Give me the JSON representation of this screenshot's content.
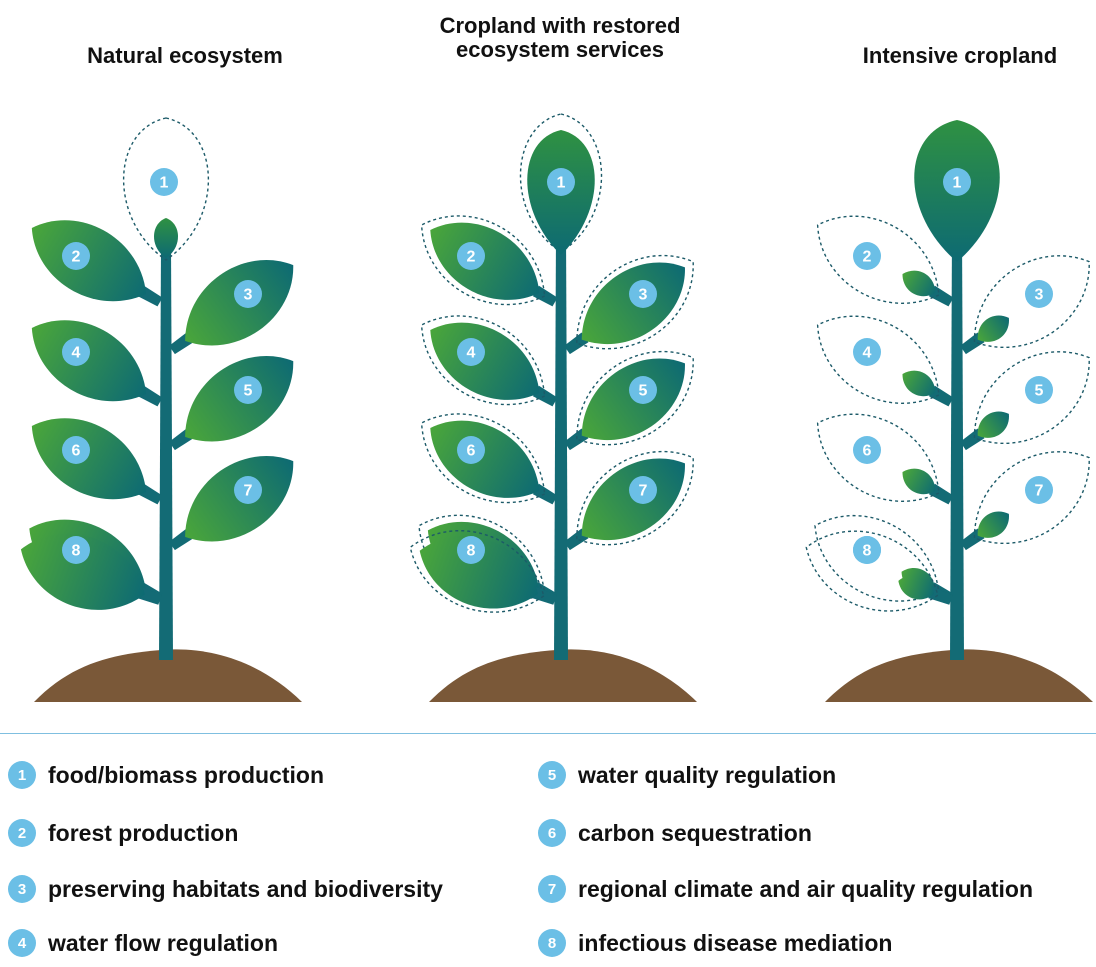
{
  "panels": [
    {
      "title_lines": [
        "Natural ecosystem"
      ]
    },
    {
      "title_lines": [
        "Cropland with restored",
        "ecosystem services"
      ]
    },
    {
      "title_lines": [
        "Intensive cropland"
      ]
    }
  ],
  "services": [
    {
      "num": "1",
      "label": "food/biomass production"
    },
    {
      "num": "2",
      "label": "forest production"
    },
    {
      "num": "3",
      "label": "preserving habitats and biodiversity"
    },
    {
      "num": "4",
      "label": "water flow regulation"
    },
    {
      "num": "5",
      "label": "water quality regulation"
    },
    {
      "num": "6",
      "label": "carbon sequestration"
    },
    {
      "num": "7",
      "label": "regional climate and air quality regulation"
    },
    {
      "num": "8",
      "label": "infectious disease mediation"
    }
  ],
  "colors": {
    "leaf_green": "#4aa63a",
    "leaf_teal": "#0d6a73",
    "stem": "#136b75",
    "soil": "#7a5838",
    "badge": "#6bbfe6",
    "outline": "#1c5a68",
    "divider": "#7fbfe0"
  }
}
